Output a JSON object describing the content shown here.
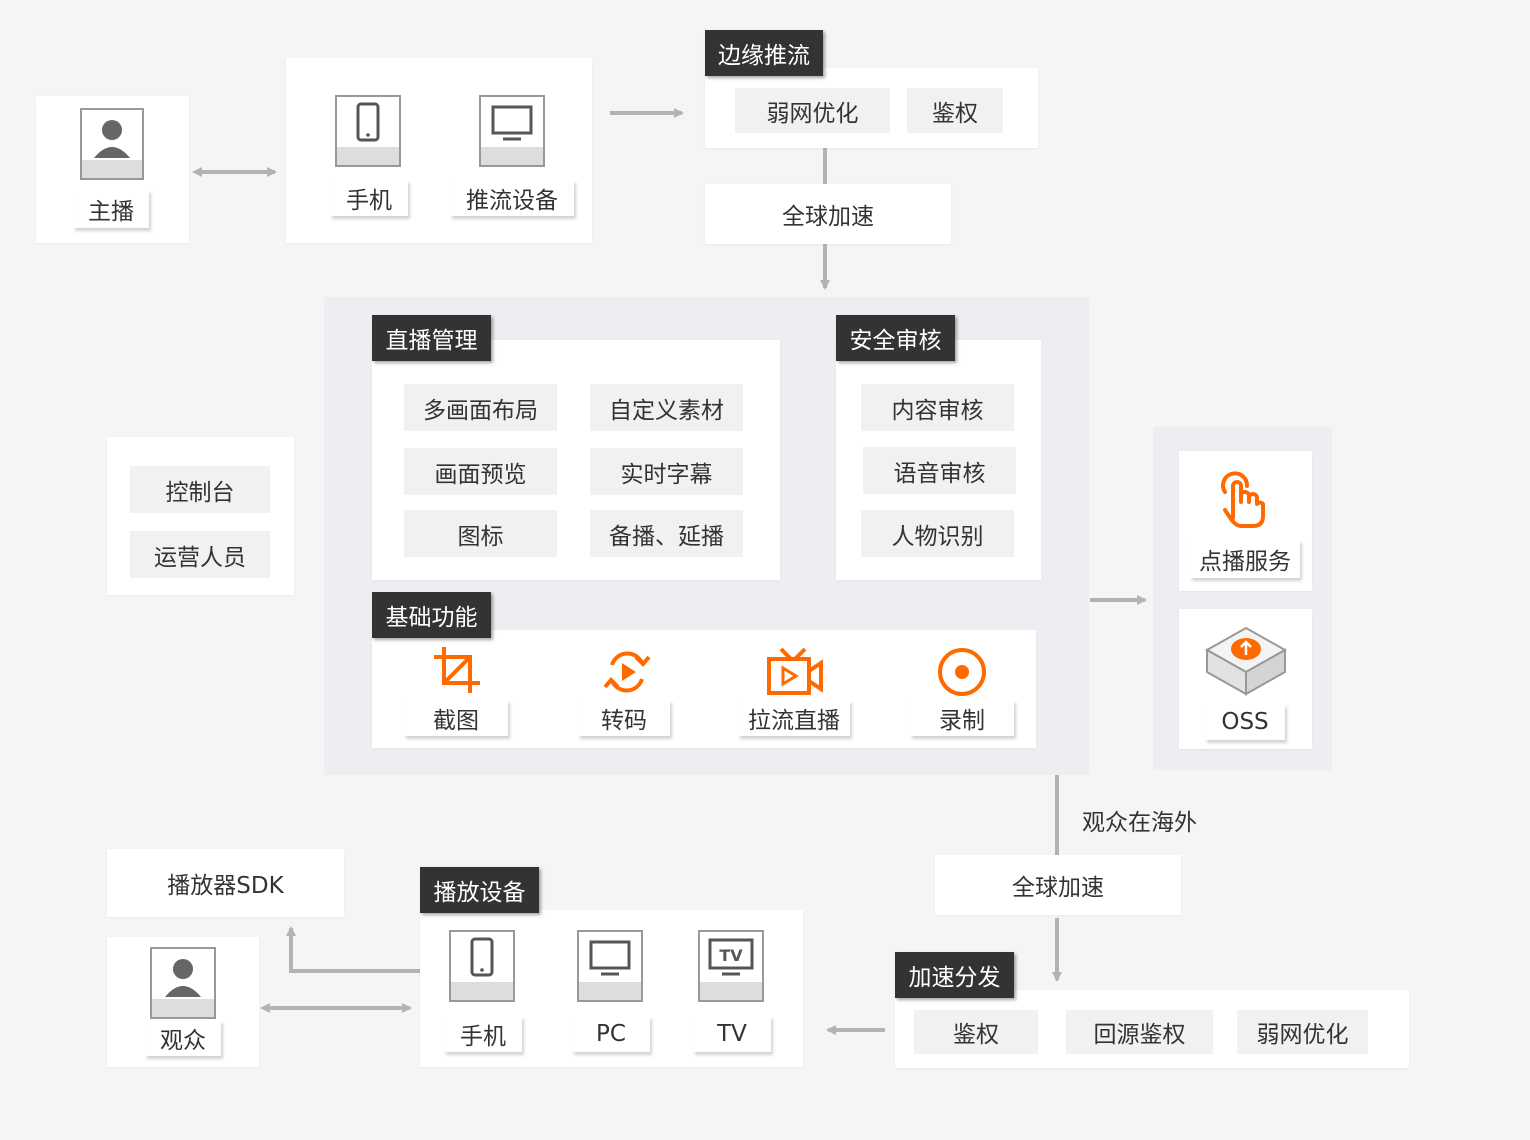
{
  "edge_push": {
    "title": "边缘推流",
    "items": [
      "弱网优化",
      "鉴权"
    ]
  },
  "anchor": {
    "label": "主播",
    "icon": "user-icon"
  },
  "push_devices": {
    "phone": "手机",
    "push_equipment": "推流设备"
  },
  "global_accel_top": "全球加速",
  "live_management": {
    "title": "直播管理",
    "items": [
      "多画面布局",
      "自定义素材",
      "画面预览",
      "实时字幕",
      "图标",
      "备播、延播"
    ]
  },
  "security_review": {
    "title": "安全审核",
    "items": [
      "内容审核",
      "语音审核",
      "人物识别"
    ]
  },
  "console": {
    "items": [
      "控制台",
      "运营人员"
    ]
  },
  "basic_functions": {
    "title": "基础功能",
    "items": [
      {
        "label": "截图",
        "icon": "crop-icon"
      },
      {
        "label": "转码",
        "icon": "transcode-icon"
      },
      {
        "label": "拉流直播",
        "icon": "camera-icon"
      },
      {
        "label": "录制",
        "icon": "record-icon"
      }
    ]
  },
  "storage": {
    "vod": "点播服务",
    "oss": "OSS"
  },
  "overseas_label": "观众在海外",
  "global_accel_bottom": "全球加速",
  "accel_distribution": {
    "title": "加速分发",
    "items": [
      "鉴权",
      "回源鉴权",
      "弱网优化"
    ]
  },
  "player_devices": {
    "title": "播放设备",
    "phone": "手机",
    "pc": "PC",
    "tv": "TV"
  },
  "player_sdk": "播放器SDK",
  "audience": {
    "label": "观众",
    "icon": "user-icon"
  },
  "colors": {
    "accent": "#ff6a00",
    "header": "#333333",
    "arrow": "#b3b3b3",
    "panel": "#eceef1"
  }
}
